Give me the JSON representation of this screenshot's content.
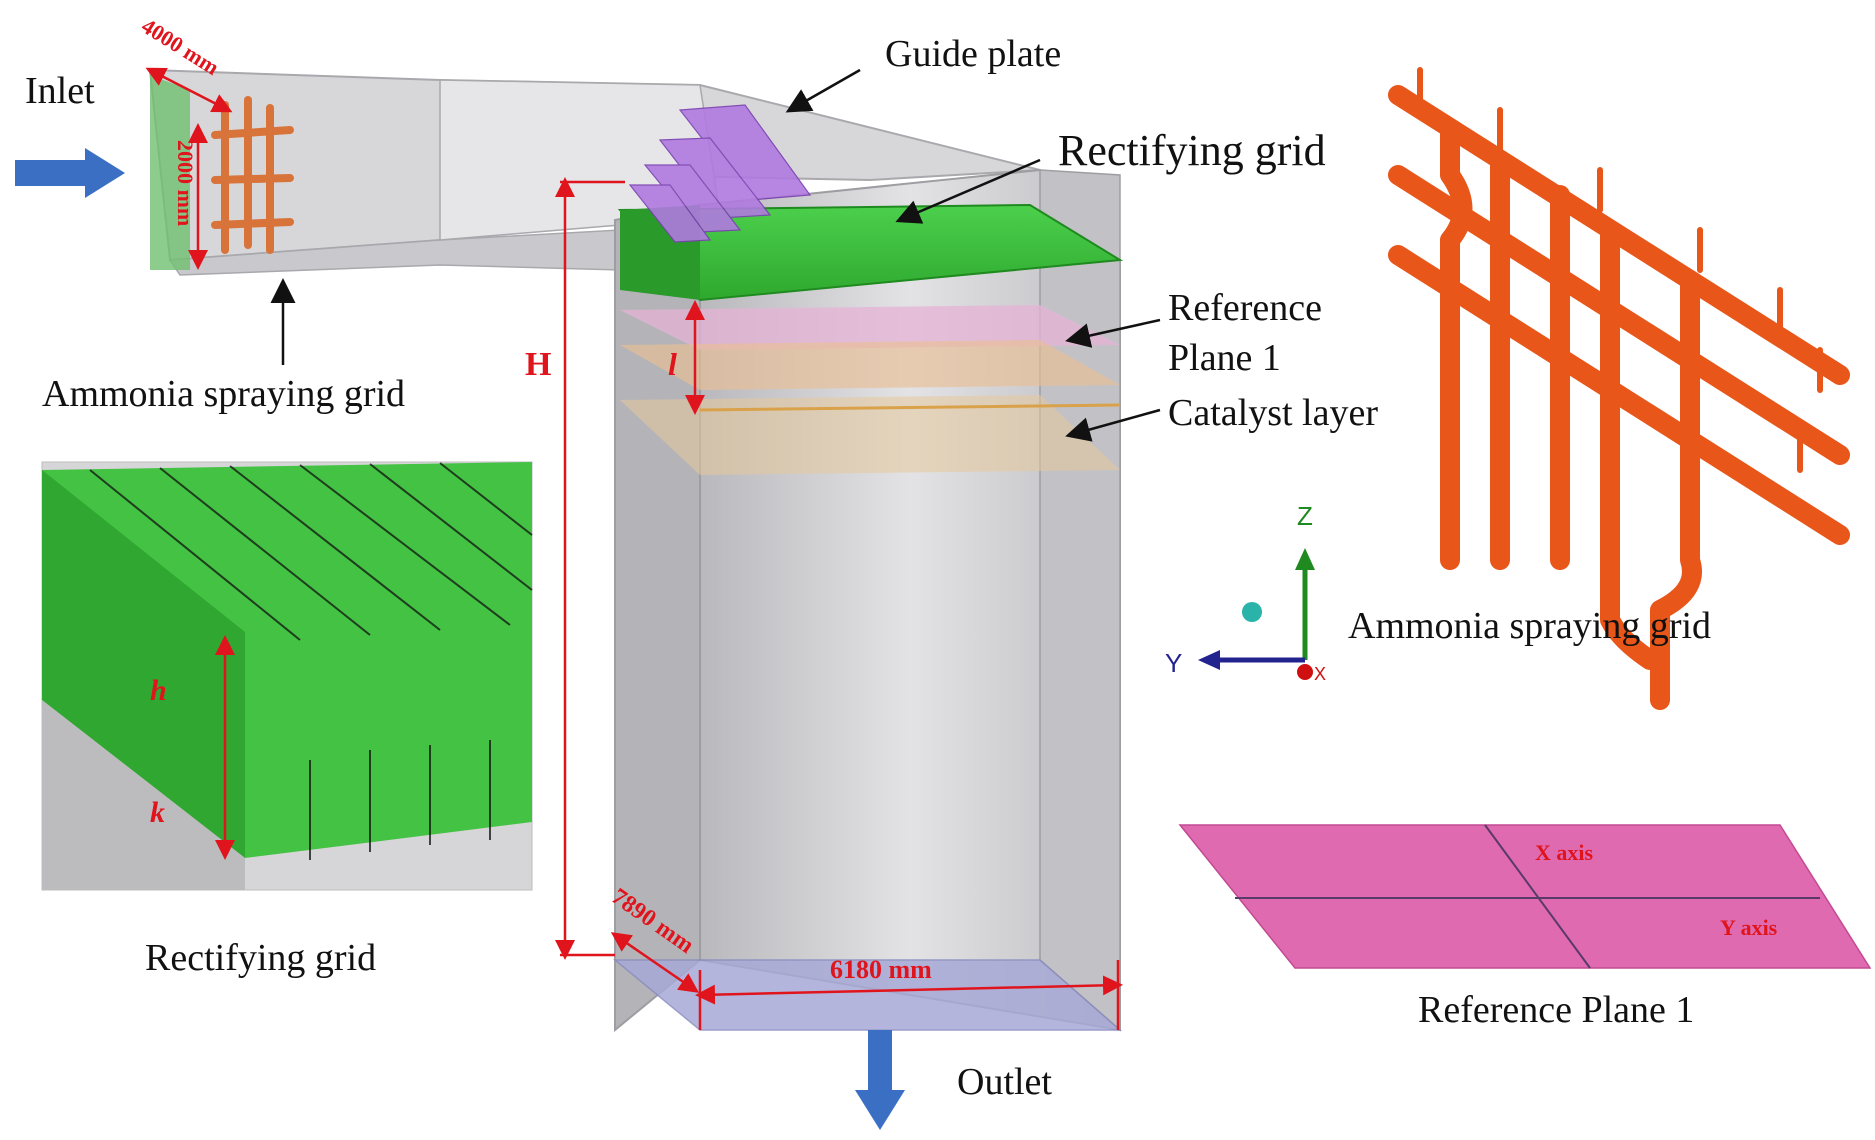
{
  "labels": {
    "inlet": "Inlet",
    "guide_plate": "Guide plate",
    "rectifying_grid_main": "Rectifying grid",
    "reference_plane_line1": "Reference",
    "reference_plane_line2": "Plane 1",
    "catalyst_layer": "Catalyst layer",
    "ammonia_spraying_grid_left": "Ammonia spraying grid",
    "ammonia_spraying_grid_right": "Ammonia spraying grid",
    "rectifying_grid_inset": "Rectifying grid",
    "reference_plane_inset": "Reference Plane 1",
    "outlet": "Outlet"
  },
  "dimensions": {
    "inlet_width": "4000 mm",
    "inlet_height": "2000 mm",
    "height_symbol": "H",
    "gap_symbol": "l",
    "depth": "7890 mm",
    "width": "6180 mm",
    "grid_h": "h",
    "grid_k": "k"
  },
  "axes": {
    "z": "Z",
    "y": "Y",
    "x": "X",
    "plane_x": "X axis",
    "plane_y": "Y axis"
  },
  "colors": {
    "flow_arrow": "#3a6fc4",
    "dimension": "#e0141c",
    "rectifying_grid": "#3fbf3f",
    "guide_plate": "#a05ad0",
    "spray_grid": "#e8561a",
    "reference_plane": "#e06ab0",
    "duct": "#c8c8cc"
  }
}
